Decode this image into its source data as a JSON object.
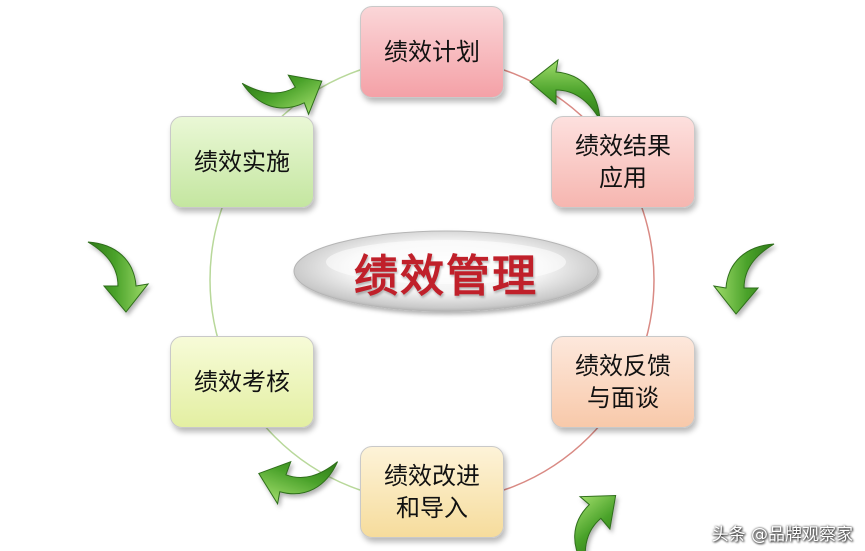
{
  "center": {
    "title": "绩效管理"
  },
  "nodes": [
    {
      "id": "plan",
      "label": "绩效计划",
      "top_color": "#fbd6d8",
      "bottom_color": "#f4a1a7"
    },
    {
      "id": "result",
      "label": "绩效结果\n应用",
      "top_color": "#fde0de",
      "bottom_color": "#f6b6b0"
    },
    {
      "id": "feedback",
      "label": "绩效反馈\n与面谈",
      "top_color": "#fde8dc",
      "bottom_color": "#f8c9aa"
    },
    {
      "id": "improve",
      "label": "绩效改进\n和导入",
      "top_color": "#fdf3d8",
      "bottom_color": "#f6dc9c"
    },
    {
      "id": "review",
      "label": "绩效考核",
      "top_color": "#f7fbd8",
      "bottom_color": "#e3efa2"
    },
    {
      "id": "execute",
      "label": "绩效实施",
      "top_color": "#eaf8d6",
      "bottom_color": "#c4e6a0"
    }
  ],
  "colors": {
    "arrow_green": "#4aa22a",
    "ring_red": "#d98a84",
    "ring_green": "#b8d89a",
    "title_red": "#c0202a"
  },
  "icons": [
    "curved-arrow-icon"
  ],
  "watermark": "头条 @品牌观察家"
}
